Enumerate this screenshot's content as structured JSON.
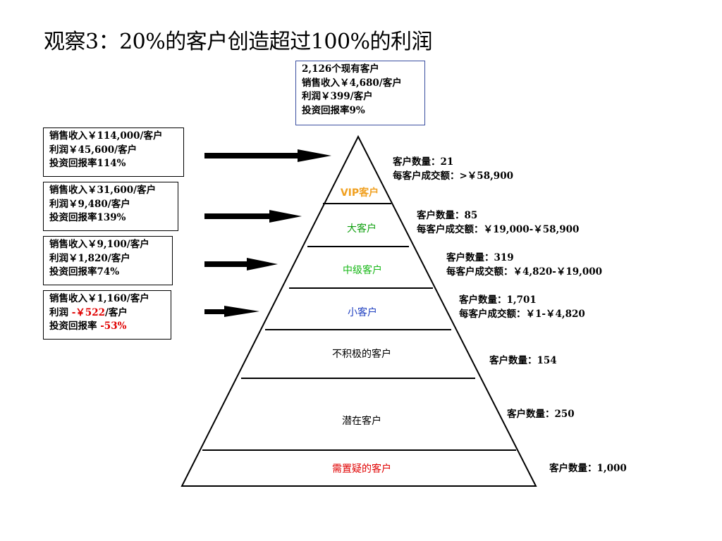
{
  "title": "观察3：20%的客户创造超过100%的利润",
  "top_box": {
    "lines": [
      "2,126个现有客户",
      "销售收入￥4,680/客户",
      "利润￥399/客户",
      "投资回报率9%"
    ]
  },
  "left_boxes": [
    {
      "sales": "销售收入￥114,000/客户",
      "profit": "利润￥45,600/客户",
      "roi_label": "投资回报率",
      "roi_value": "114%"
    },
    {
      "sales": "销售收入￥31,600/客户",
      "profit": "利润￥9,480/客户",
      "roi_label": "投资回报率",
      "roi_value": "139%"
    },
    {
      "sales": "销售收入￥9,100/客户",
      "profit": "利润￥1,820/客户",
      "roi_label": "投资回报率",
      "roi_value": "74%"
    },
    {
      "sales": "销售收入￥1,160/客户",
      "profit_prefix": "利润 ",
      "profit_value": "-￥522",
      "profit_suffix": "/客户",
      "roi_label": "投资回报率 ",
      "roi_value": "-53%"
    }
  ],
  "tiers": [
    {
      "label": "VIP客户",
      "color": "#f0a020",
      "count": "客户数量：21",
      "deal": "每客户成交额：>￥58,900"
    },
    {
      "label": "大客户",
      "color": "#10a010",
      "count": "客户数量：85",
      "deal": "每客户成交额：￥19,000-￥58,900"
    },
    {
      "label": "中级客户",
      "color": "#18b818",
      "count": "客户数量：319",
      "deal": "每客户成交额：￥4,820-￥19,000"
    },
    {
      "label": "小客户",
      "color": "#2040c0",
      "count": "客户数量：1,701",
      "deal": "每客户成交额：￥1-￥4,820"
    },
    {
      "label": "不积极的客户",
      "color": "#000000",
      "count": "客户数量：154"
    },
    {
      "label": "潜在客户",
      "color": "#000000",
      "count": "客户数量：250"
    },
    {
      "label": "需置疑的客户",
      "color": "#e00000",
      "count": "客户数量：1,000"
    }
  ]
}
